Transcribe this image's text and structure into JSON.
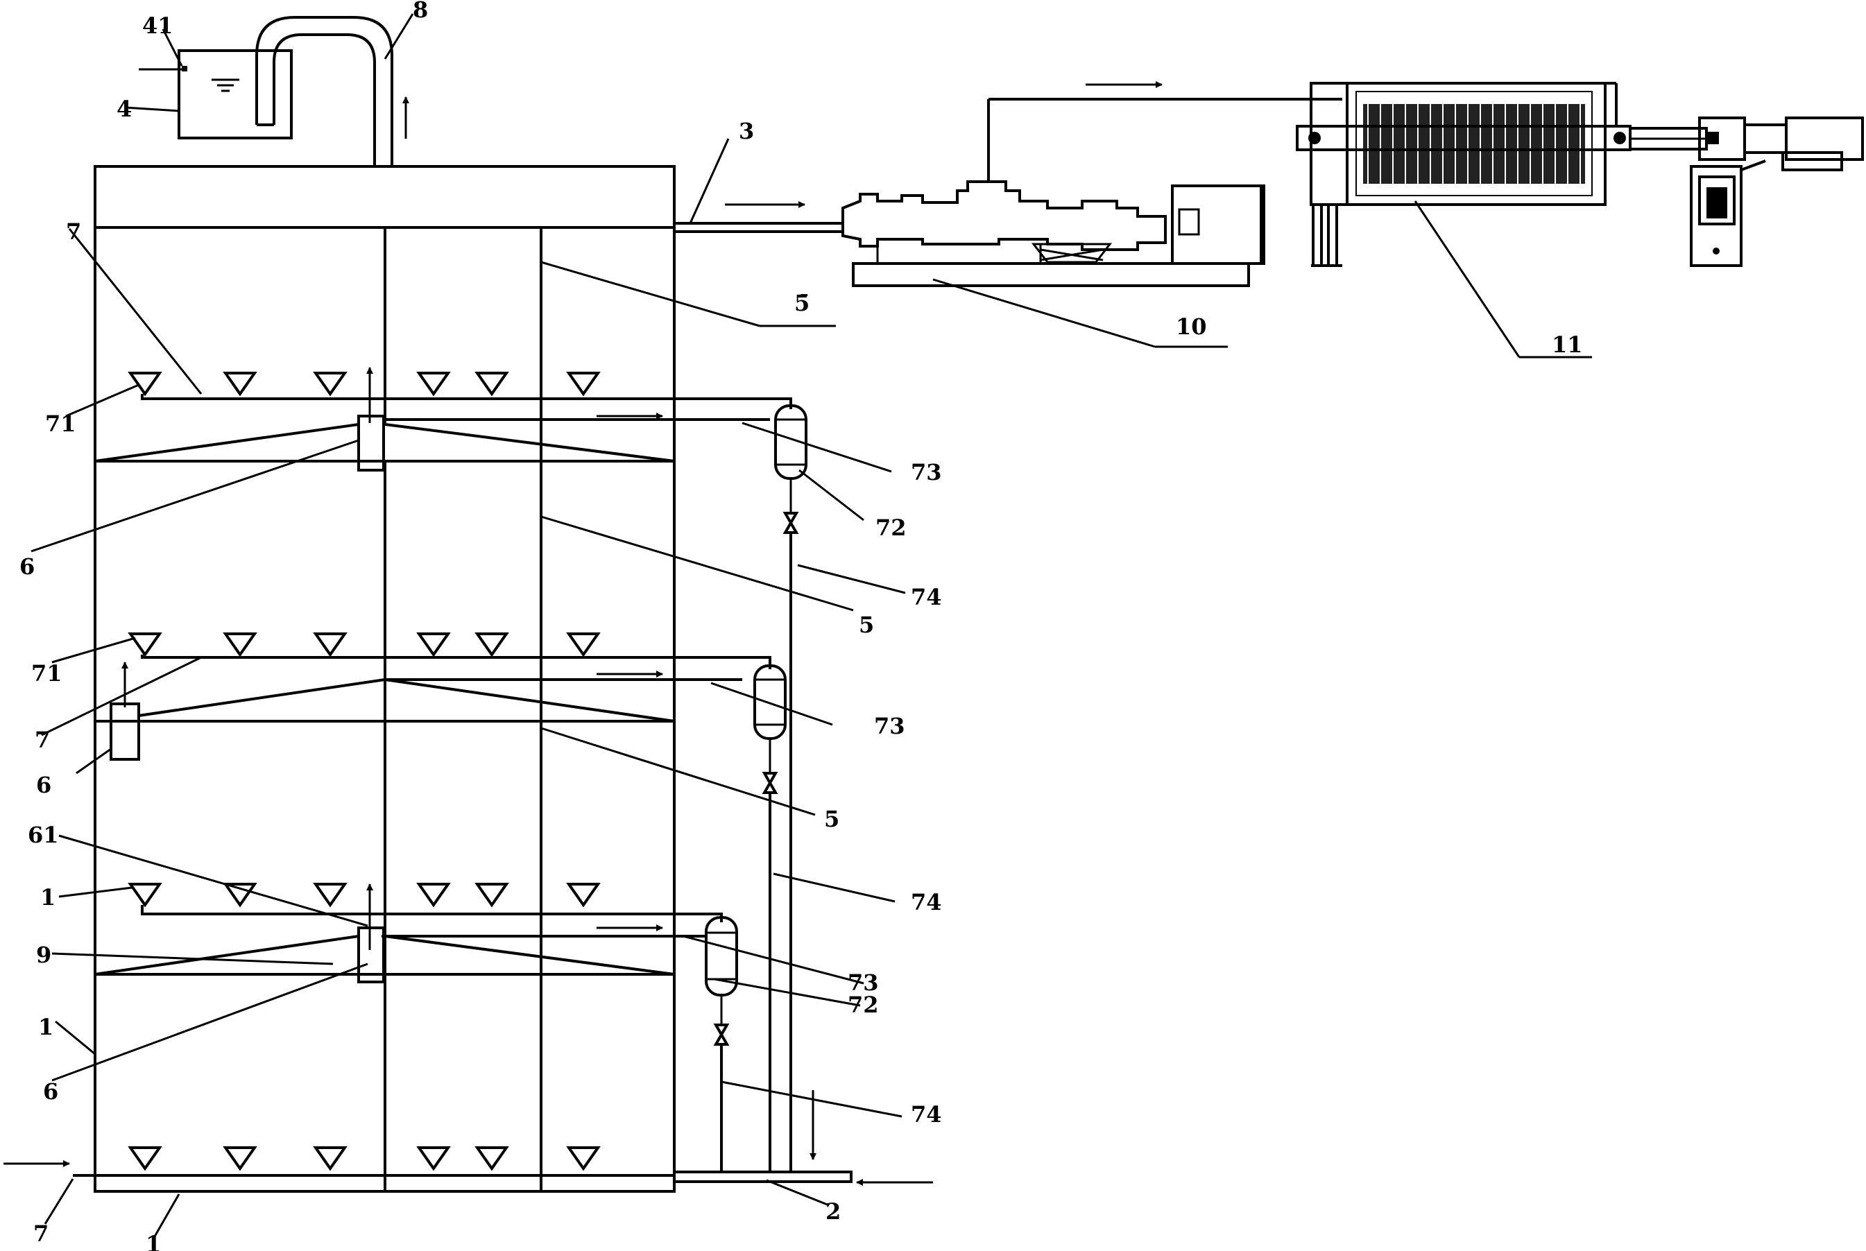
{
  "diagram": {
    "labels": {
      "l41": "41",
      "l4": "4",
      "l8": "8",
      "l3": "3",
      "l5top": "5̄",
      "l10": "10",
      "l11": "11",
      "l7a": "7",
      "l71a": "71",
      "l73a": "73",
      "l72a": "72",
      "l6a": "6",
      "l74a": "74",
      "l5a": "5",
      "l71b": "71",
      "l7b": "7",
      "l73b": "73",
      "l6b": "6",
      "l5b": "5",
      "l61": "61",
      "l74b": "74",
      "l1a": "1",
      "l9": "9",
      "l73c": "73",
      "l72c": "72",
      "l1b": "1",
      "l6c": "6",
      "l74c": "74",
      "l7c": "7",
      "l1c": "1",
      "l2": "2"
    },
    "colors": {
      "line": "#000000",
      "background": "#ffffff"
    }
  }
}
